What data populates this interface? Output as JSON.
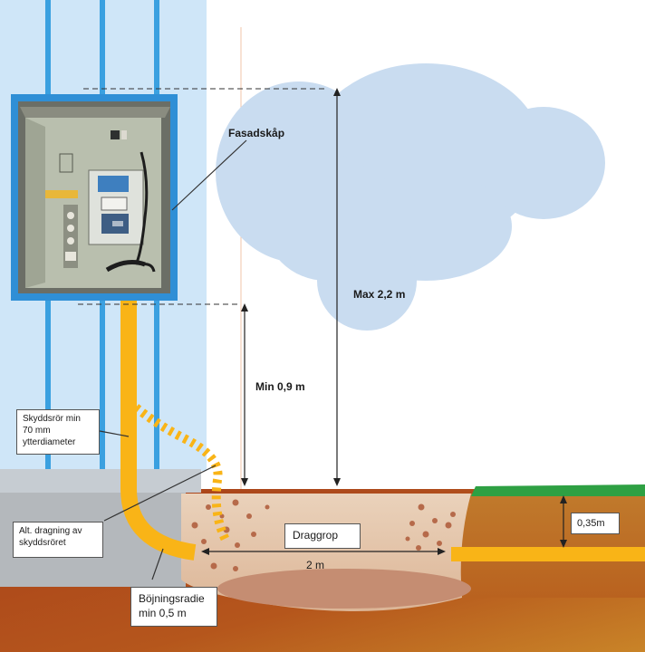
{
  "labels": {
    "cabinet": "Fasadskåp",
    "max_height": "Max 2,2 m",
    "min_height": "Min 0,9 m",
    "pipe_spec": [
      "Skyddsrör min",
      "70 mm",
      "ytterdiameter"
    ],
    "alt_route": [
      "Alt. dragning av",
      "skyddsröret"
    ],
    "pit": "Draggrop",
    "pit_length": "2 m",
    "bend": [
      "Böjningsradie",
      "min 0,5 m"
    ],
    "depth": "0,35m"
  },
  "colors": {
    "facade": "#cfe6f8",
    "facade_posts": "#3aa0e0",
    "cloud": "#c9dcf0",
    "pipe": "#f9b417",
    "soil": "#b8551c",
    "pit": "#e3c3a5",
    "grass": "#2ea043",
    "cabinet_frame": "#2f8fd6"
  }
}
